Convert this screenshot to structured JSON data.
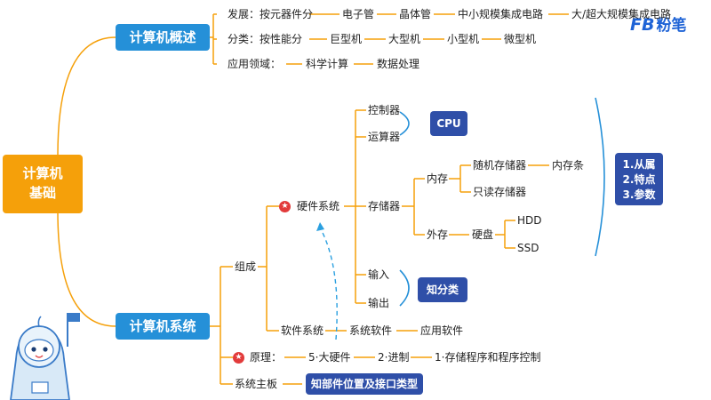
{
  "logo": {
    "mark": "FB",
    "text": "粉笔"
  },
  "root": {
    "line1": "计算机",
    "line2": "基础"
  },
  "overview": {
    "title": "计算机概述",
    "dev_label": "发展：按元器件分",
    "dev_items": [
      "电子管",
      "晶体管",
      "中小规模集成电路",
      "大/超大规模集成电路"
    ],
    "class_label": "分类：按性能分",
    "class_items": [
      "巨型机",
      "大型机",
      "小型机",
      "微型机"
    ],
    "app_label": "应用领域：",
    "app_items": [
      "科学计算",
      "数据处理"
    ]
  },
  "system": {
    "title": "计算机系统",
    "composition": "组成",
    "hardware": "硬件系统",
    "controller": "控制器",
    "alu": "运算器",
    "cpu_tag": "CPU",
    "storage": "存储器",
    "internal": "内存",
    "ram": "随机存储器",
    "ram_stick": "内存条",
    "rom": "只读存储器",
    "external": "外存",
    "hard_disk": "硬盘",
    "hdd": "HDD",
    "ssd": "SSD",
    "input": "输入",
    "output": "输出",
    "classify_tag": "知分类",
    "note_tag": [
      "1.从属",
      "2.特点",
      "3.参数"
    ],
    "software": "软件系统",
    "system_software": "系统软件",
    "app_software": "应用软件",
    "principle": "原理：",
    "principle_items": [
      "5·大硬件",
      "2·进制",
      "1·存储程序和程序控制"
    ],
    "motherboard": "系统主板",
    "motherboard_tag": "知部件位置及接口类型"
  },
  "colors": {
    "root": "#f5a00a",
    "level1": "#2590d8",
    "tag": "#2f4fa8",
    "line": "#f5a00a",
    "bracket": "#2590d8",
    "star": "#e23b3b"
  }
}
